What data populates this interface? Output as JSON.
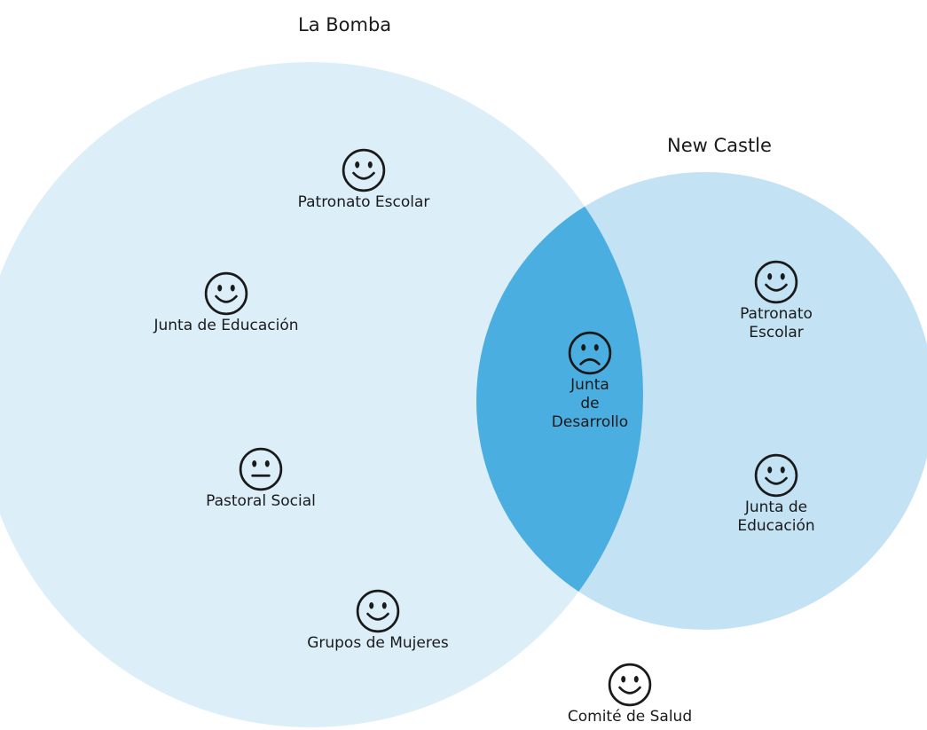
{
  "diagram": {
    "type": "venn",
    "colors": {
      "left_circle": "#dceef8",
      "right_circle": "#c3e2f4",
      "overlap": "#4aaee1",
      "stroke": "#1a1a1a"
    },
    "sets": [
      {
        "id": "left",
        "title": "La Bomba"
      },
      {
        "id": "right",
        "title": "New Castle"
      }
    ],
    "nodes": [
      {
        "set": "left",
        "label": "Patronato Escolar",
        "mood": "happy",
        "icon": "smiley-happy-icon"
      },
      {
        "set": "left",
        "label": "Junta de Educación",
        "mood": "happy",
        "icon": "smiley-happy-icon"
      },
      {
        "set": "left",
        "label": "Pastoral Social",
        "mood": "neutral",
        "icon": "smiley-neutral-icon"
      },
      {
        "set": "left",
        "label": "Grupos de Mujeres",
        "mood": "happy",
        "icon": "smiley-happy-icon"
      },
      {
        "set": "overlap",
        "label_lines": [
          "Junta",
          "de",
          "Desarrollo"
        ],
        "mood": "sad",
        "icon": "smiley-sad-icon"
      },
      {
        "set": "right",
        "label_lines": [
          "Patronato",
          "Escolar"
        ],
        "mood": "happy",
        "icon": "smiley-happy-icon"
      },
      {
        "set": "right",
        "label_lines": [
          "Junta de",
          "Educación"
        ],
        "mood": "happy",
        "icon": "smiley-happy-icon"
      },
      {
        "set": "outside",
        "label": "Comité de Salud",
        "mood": "happy",
        "icon": "smiley-happy-icon"
      }
    ]
  }
}
